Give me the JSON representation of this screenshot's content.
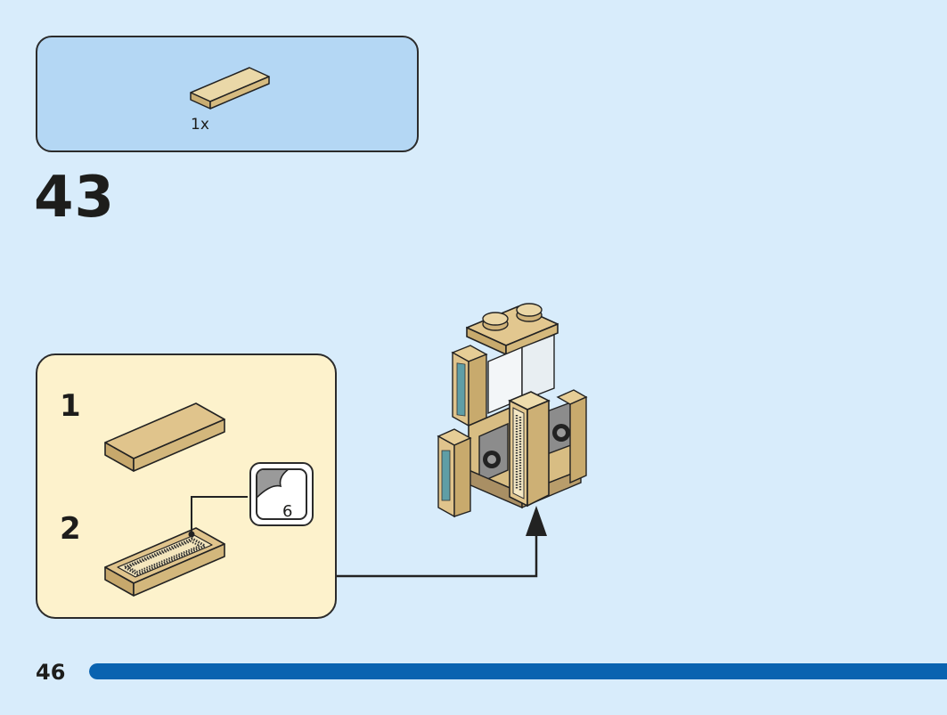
{
  "parts_callout": {
    "quantity": "1x",
    "part_icon": "tan-tile-1x4-icon"
  },
  "step": {
    "number": "43"
  },
  "sub_assembly": {
    "steps": [
      {
        "number": "1",
        "part_icon": "tan-tile-1x4-icon"
      },
      {
        "number": "2",
        "part_icon": "tan-tile-1x4-with-sticker-icon"
      }
    ],
    "sticker": {
      "number": "6",
      "icon": "sticker-sheet-icon"
    }
  },
  "model": {
    "icon": "tan-building-model-icon"
  },
  "footer": {
    "page_number": "46",
    "progress": 1.0
  },
  "colors": {
    "page_background": "#d8ecfb",
    "parts_box": "#b4d7f4",
    "sub_assembly_box": "#fdf2cc",
    "tan": "#e0c58f",
    "progress_bar": "#0a63b0"
  }
}
